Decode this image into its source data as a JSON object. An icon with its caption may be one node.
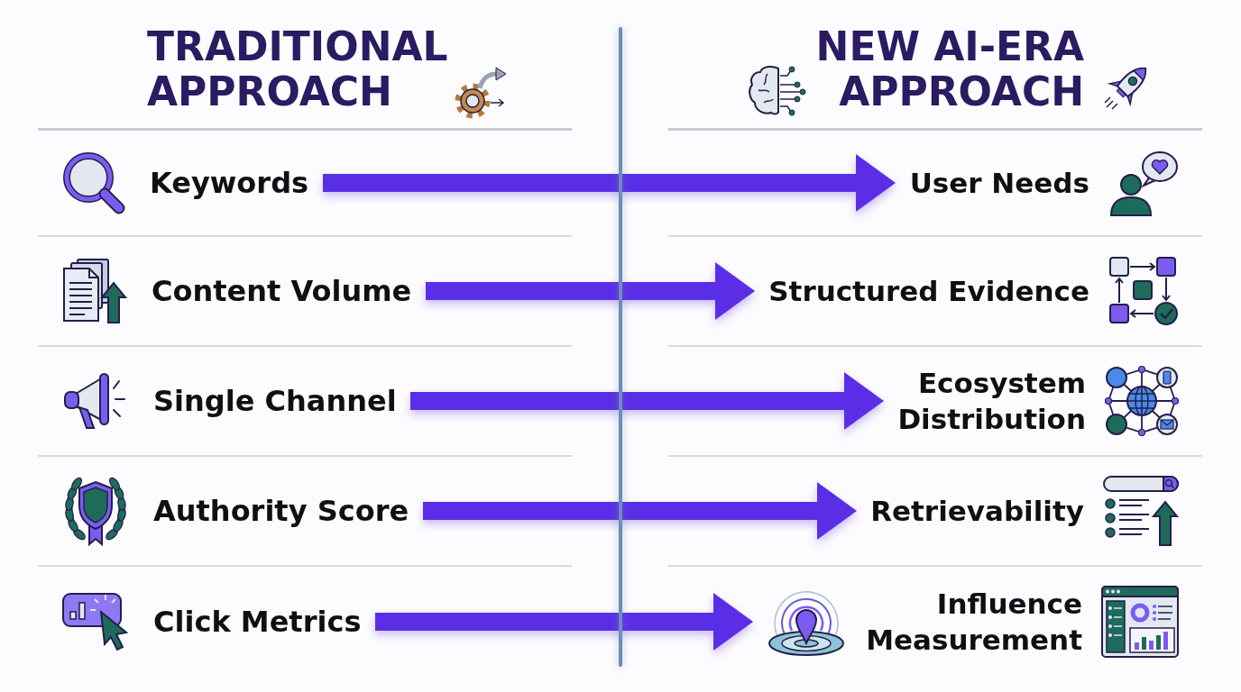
{
  "diagram": {
    "nodes": [
      {
        "text": [
          "Keywords"
        ]
      },
      {
        "text": [
          "User Needs"
        ]
      },
      {
        "text": [
          "Content Volume"
        ]
      },
      {
        "text": [
          "Structured Evidence"
        ]
      },
      {
        "text": [
          "Single Channel"
        ]
      },
      {
        "text": [
          "Ecosystem Distribution"
        ]
      },
      {
        "text": [
          "Authority Score"
        ]
      },
      {
        "text": [
          "Retrievability"
        ]
      },
      {
        "text": [
          "Click Metrics"
        ]
      },
      {
        "text": [
          "Influence Measurement"
        ]
      }
    ],
    "edges": [
      {
        "from": 0,
        "to": 1,
        "arrow": "to"
      },
      {
        "from": 2,
        "to": 3,
        "arrow": "to"
      },
      {
        "from": 4,
        "to": 5,
        "arrow": "to"
      },
      {
        "from": 6,
        "to": 7,
        "arrow": "to"
      },
      {
        "from": 8,
        "to": 9,
        "arrow": "to"
      }
    ],
    "labels": [
      "TRADITIONAL APPROACH",
      "NEW AI-ERA APPROACH"
    ]
  }
}
